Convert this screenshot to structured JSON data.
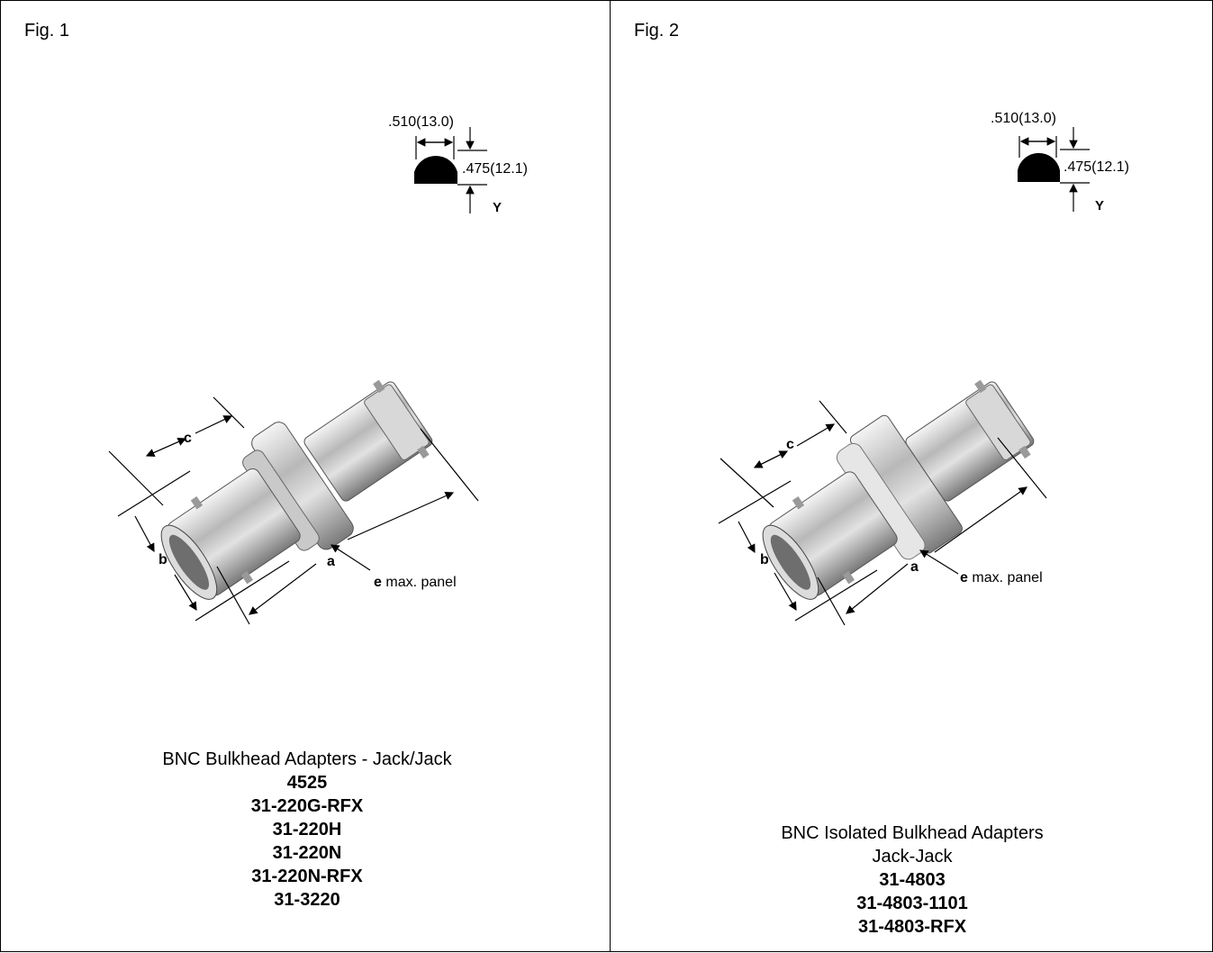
{
  "figures": [
    {
      "label": "Fig. 1",
      "dims": {
        "width": ".510(13.0)",
        "height": ".475(12.1)",
        "flat": "Y"
      },
      "letters": {
        "a": "a",
        "b": "b",
        "c": "c",
        "e": "e",
        "panel": "max. panel"
      },
      "caption": {
        "title": "BNC Bulkhead Adapters - Jack/Jack",
        "parts": [
          "4525",
          "31-220G-RFX",
          "31-220H",
          "31-220N",
          "31-220N-RFX",
          "31-3220"
        ]
      }
    },
    {
      "label": "Fig. 2",
      "dims": {
        "width": ".510(13.0)",
        "height": ".475(12.1)",
        "flat": "Y"
      },
      "letters": {
        "a": "a",
        "b": "b",
        "c": "c",
        "e": "e",
        "panel": "max. panel"
      },
      "caption": {
        "title": "BNC Isolated Bulkhead Adapters",
        "subtitle": "Jack-Jack",
        "parts": [
          "31-4803",
          "31-4803-1101",
          "31-4803-RFX"
        ]
      }
    }
  ]
}
